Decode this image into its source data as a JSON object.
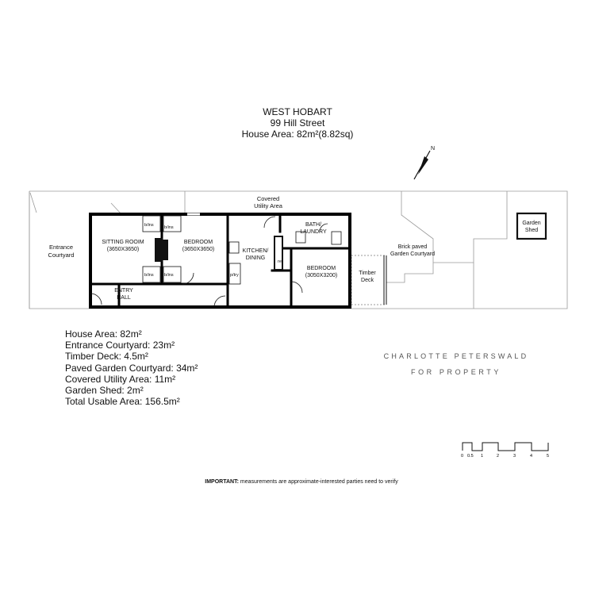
{
  "header": {
    "suburb": "WEST HOBART",
    "address": "99 Hill Street",
    "house_area": "House Area: 82m²(8.82sq)"
  },
  "labels": {
    "covered_utility_1": "Covered",
    "covered_utility_2": "Utility Area",
    "entrance_1": "Entrance",
    "entrance_2": "Courtyard",
    "sitting_1": "SITTING ROOIM",
    "sitting_2": "(3650X3650)",
    "bedroom1_1": "BEDROOM",
    "bedroom1_2": "(3650X3650)",
    "kitchen_1": "KITCHEN/",
    "kitchen_2": "DINING",
    "bath_1": "BATH/",
    "bath_2": "LAUNDRY",
    "bedroom2_1": "BEDROOM",
    "bedroom2_2": "(3050X3200)",
    "entry_1": "ENTRY",
    "entry_2": "HALL",
    "timber_1": "Timber",
    "timber_2": "Deck",
    "brick_1": "Brick paved",
    "brick_2": "Garden Courtyard",
    "shed_1": "Garden",
    "shed_2": "Shed",
    "bins_1": "b/ins",
    "bins_2": "b/ins",
    "bins_3": "b/ins",
    "bins_4": "b/ins",
    "ptry": "p/try",
    "ref": "ref",
    "north": "N"
  },
  "areas": [
    "House Area: 82m²",
    "Entrance Courtyard: 23m²",
    "Timber Deck: 4.5m²",
    "Paved Garden Courtyard: 34m²",
    "Covered Utility Area: 11m²",
    "Garden Shed: 2m²",
    "Total Usable Area: 156.5m²"
  ],
  "brand": {
    "name": "CHARLOTTE PETERSWALD",
    "tagline": "FOR PROPERTY"
  },
  "scale": {
    "ticks": [
      "0",
      "0.5",
      "1",
      "2",
      "3",
      "4",
      "5"
    ]
  },
  "note": {
    "strong": "IMPORTANT:",
    "text": " measurements are approximate-interested parties need to verify"
  }
}
